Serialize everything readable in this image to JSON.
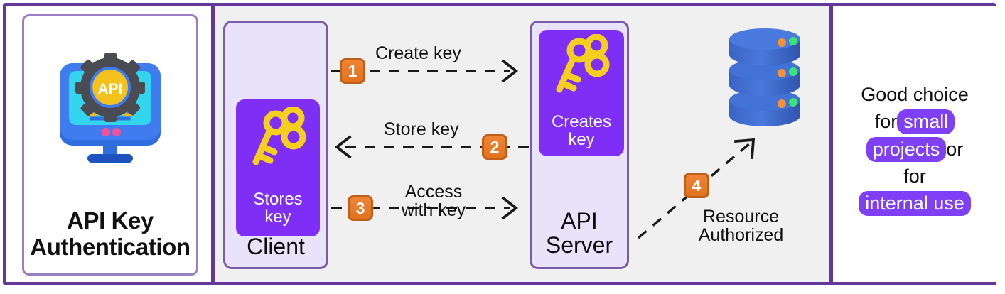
{
  "theme": {
    "frame_border": "#63389c",
    "panel_center_bg": "#f0f0f0",
    "node_border": "#7a5ba8",
    "node_bg": "#e9e2fb",
    "accent_purple": "#7f2ff5",
    "badge_orange": "#e1721f",
    "badge_border": "#c05f16",
    "key_yellow": "#f5cf1d",
    "db_blue": "#3f6fd0",
    "led_green": "#3ee07a",
    "led_orange": "#f5903a"
  },
  "left_panel": {
    "icon": "api-monitor-gear-icon",
    "icon_badge_text": "API",
    "title_line1": "API Key",
    "title_line2": "Authentication"
  },
  "diagram": {
    "client": {
      "icon": "key-icon",
      "inner_label_line1": "Stores",
      "inner_label_line2": "key",
      "name": "Client"
    },
    "server": {
      "icon": "key-icon",
      "inner_label_line1": "Creates",
      "inner_label_line2": "key",
      "name_line1": "API",
      "name_line2": "Server"
    },
    "database": {
      "icon": "database-stack-icon",
      "tiers": 3,
      "led_count_per_tier": 2
    },
    "steps": [
      {
        "number": "1",
        "label": "Create key",
        "direction": "client-to-server",
        "style": "dashed"
      },
      {
        "number": "2",
        "label": "Store key",
        "direction": "server-to-client",
        "style": "dashed"
      },
      {
        "number": "3",
        "label_line1": "Access",
        "label_line2": "with key",
        "direction": "client-to-server",
        "style": "dashed"
      },
      {
        "number": "4",
        "label_line1": "Resource",
        "label_line2": "Authorized",
        "direction": "server-to-database",
        "style": "dashed"
      }
    ]
  },
  "right_panel": {
    "line1": "Good choice",
    "line2_plain": "for",
    "line2_highlight": "small",
    "line3_highlight": "projects",
    "line3_plain": "or",
    "line4_plain": "for",
    "line5_highlight": "internal use"
  }
}
